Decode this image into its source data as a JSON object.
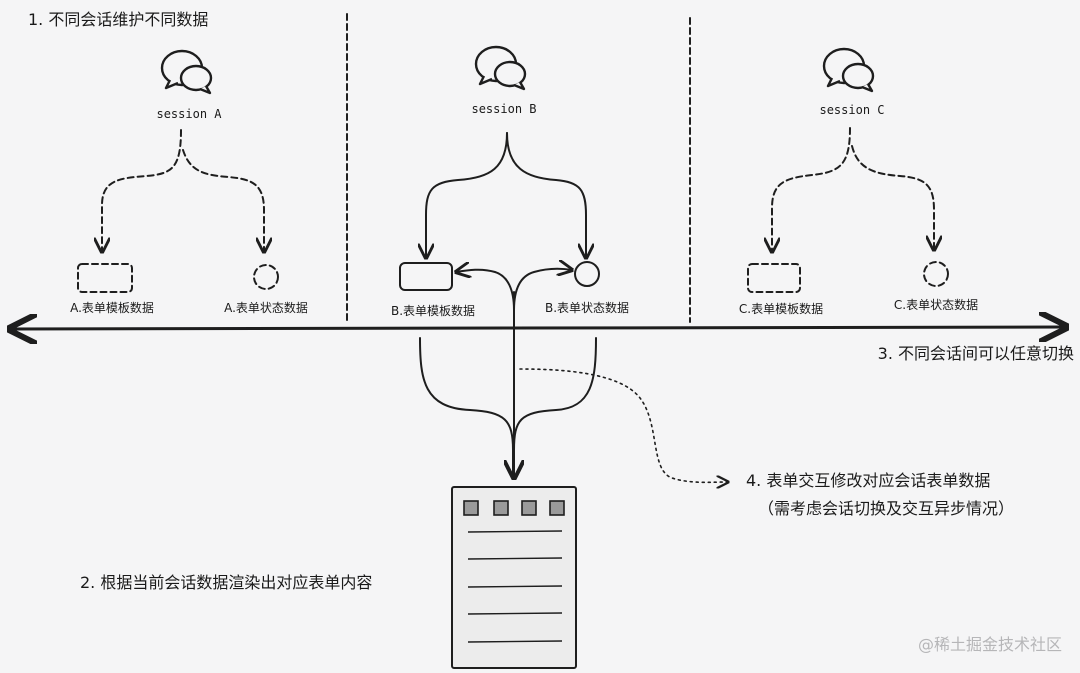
{
  "annotations": {
    "step1": "1. 不同会话维护不同数据",
    "step2": "2. 根据当前会话数据渲染出对应表单内容",
    "step3": "3. 不同会话间可以任意切换",
    "step4_line1": "4. 表单交互修改对应会话表单数据",
    "step4_line2": "（需考虑会话切换及交互异步情况）"
  },
  "sessions": [
    {
      "label": "session A",
      "template_label": "A.表单模板数据",
      "state_label": "A.表单状态数据",
      "active": false
    },
    {
      "label": "session B",
      "template_label": "B.表单模板数据",
      "state_label": "B.表单状态数据",
      "active": true
    },
    {
      "label": "session C",
      "template_label": "C.表单模板数据",
      "state_label": "C.表单状态数据",
      "active": false
    }
  ],
  "icons": {
    "session_icon": "chat-bubbles-icon",
    "form_icon": "form-document-icon"
  },
  "watermark": "@稀土掘金技术社区",
  "colors": {
    "background": "#f5f5f6",
    "ink": "#1e1e1e",
    "checkbox_fill": "#9a9a9a",
    "form_fill": "#ececec"
  }
}
